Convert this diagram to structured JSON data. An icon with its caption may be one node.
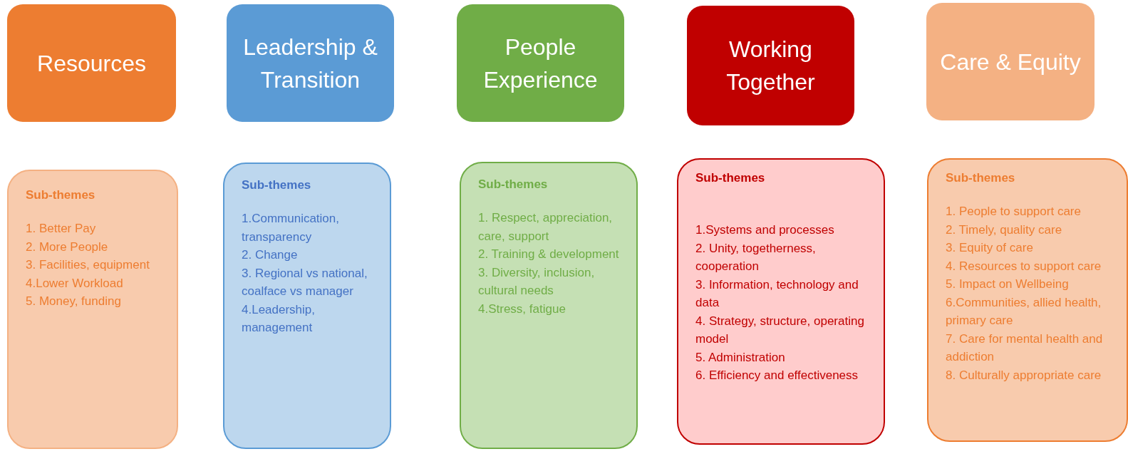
{
  "diagram": {
    "nodes": [
      {
        "text": [
          "Resources"
        ]
      },
      {
        "text": [
          "Leadership & Transition"
        ]
      },
      {
        "text": [
          "People Experience"
        ]
      },
      {
        "text": [
          "Working Together"
        ]
      },
      {
        "text": [
          "Care & Equity"
        ]
      },
      {
        "text": [
          "Sub-themes",
          "1. Better Pay",
          "2. More People",
          "3. Facilities, equipment",
          "4.Lower Workload",
          "5. Money, funding"
        ]
      },
      {
        "text": [
          "Sub-themes",
          "1.Communication, transparency",
          "2. Change",
          "3. Regional vs national, coalface vs manager",
          "4.Leadership, management"
        ]
      },
      {
        "text": [
          "Sub-themes",
          "1. Respect, appreciation, care, support",
          "2. Training & development",
          "3. Diversity, inclusion, cultural needs",
          "4.Stress, fatigue"
        ]
      },
      {
        "text": [
          "Sub-themes",
          "1.Systems and processes",
          "2. Unity, togetherness, cooperation",
          "3. Information, technology and data",
          "4. Strategy, structure, operating model",
          "5.  Administration",
          "6. Efficiency and effectiveness"
        ]
      },
      {
        "text": [
          "Sub-themes",
          "1. People to support care",
          "2. Timely, quality care",
          "3. Equity of care",
          "4. Resources to support care",
          "5. Impact on Wellbeing",
          "6.Communities, allied health, primary care",
          "7. Care for mental health and addiction",
          "8. Culturally appropriate care"
        ]
      }
    ]
  }
}
